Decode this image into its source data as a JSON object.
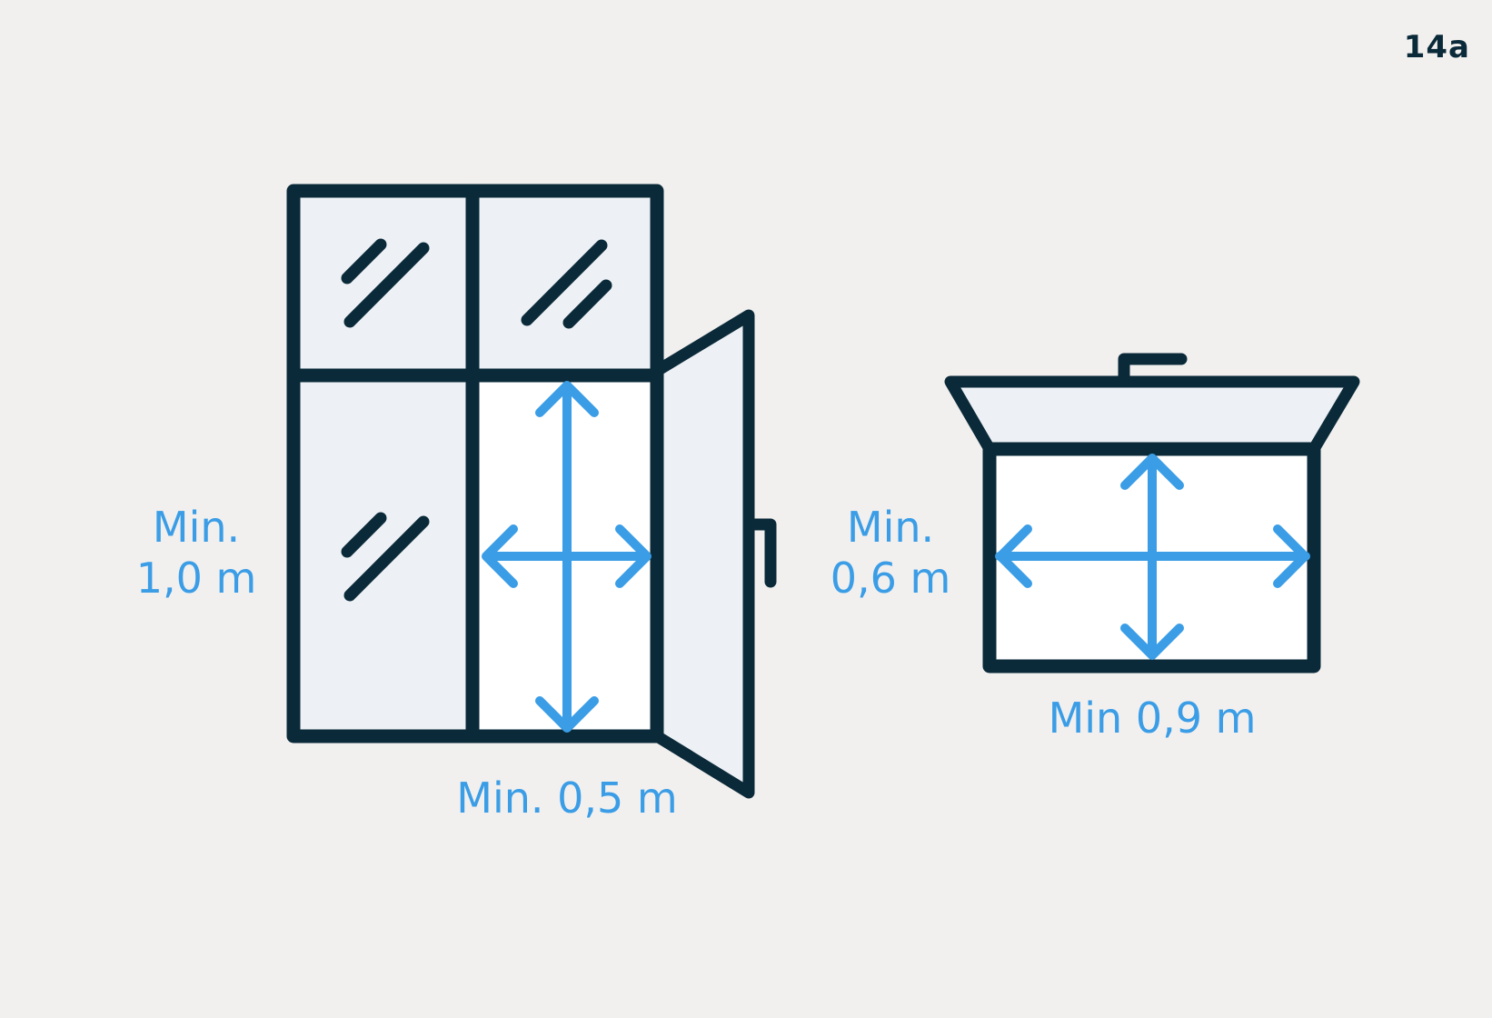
{
  "figure_id": "14a",
  "colors": {
    "background": "#f2f0ef",
    "outline": "#0b2a39",
    "glass_fill": "#edf1f5",
    "opening_fill": "#ffffff",
    "accent": "#3a9de6"
  },
  "window_vertical": {
    "height_label": [
      "Min.",
      "1,0 m"
    ],
    "width_label": "Min. 0,5 m"
  },
  "window_roof": {
    "height_label": [
      "Min.",
      "0,6 m"
    ],
    "width_label": "Min 0,9 m"
  }
}
